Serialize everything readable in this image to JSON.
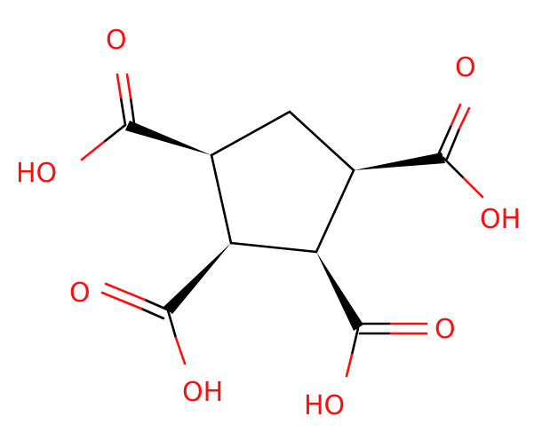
{
  "molecule": {
    "atom_labels": {
      "o_top_left": "O",
      "oh_top_left": "HO",
      "o_top_right": "O",
      "oh_top_right": "OH",
      "o_mid_left": "O",
      "oh_bottom_left": "OH",
      "o_mid_right": "O",
      "oh_bottom_right": "HO"
    },
    "colors": {
      "bond": "#000000",
      "heteroatom": "#ff0d0d",
      "background": "#ffffff"
    }
  }
}
